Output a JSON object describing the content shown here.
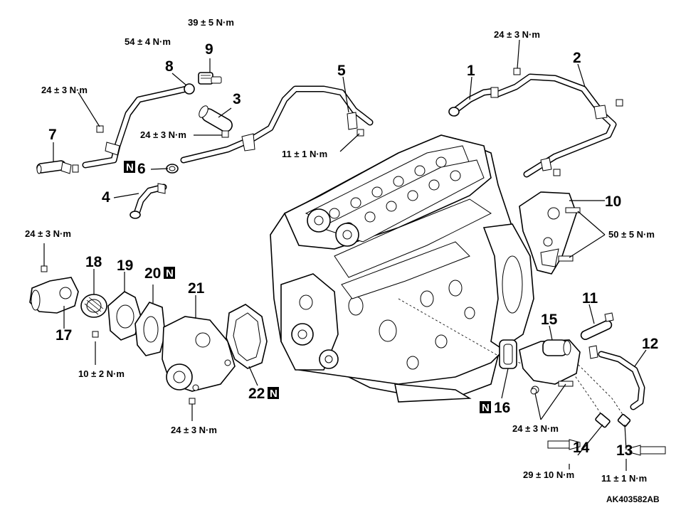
{
  "diagram": {
    "code": "AK403582AB",
    "new_part_mark": "N",
    "parts": [
      {
        "num": "1"
      },
      {
        "num": "2"
      },
      {
        "num": "3"
      },
      {
        "num": "4"
      },
      {
        "num": "5"
      },
      {
        "num": "6"
      },
      {
        "num": "7"
      },
      {
        "num": "8"
      },
      {
        "num": "9"
      },
      {
        "num": "10"
      },
      {
        "num": "11"
      },
      {
        "num": "12"
      },
      {
        "num": "13"
      },
      {
        "num": "14"
      },
      {
        "num": "15"
      },
      {
        "num": "16"
      },
      {
        "num": "17"
      },
      {
        "num": "18"
      },
      {
        "num": "19"
      },
      {
        "num": "20"
      },
      {
        "num": "21"
      },
      {
        "num": "22"
      }
    ],
    "torques": [
      {
        "text": "39 ± 5 N·m"
      },
      {
        "text": "54 ± 4 N·m"
      },
      {
        "text": "24 ± 3 N·m"
      },
      {
        "text": "24 ± 3 N·m"
      },
      {
        "text": "24 ± 3 N·m"
      },
      {
        "text": "11 ± 1 N·m"
      },
      {
        "text": "50 ± 5 N·m"
      },
      {
        "text": "24 ± 3 N·m"
      },
      {
        "text": "10 ± 2 N·m"
      },
      {
        "text": "24 ± 3 N·m"
      },
      {
        "text": "24 ± 3 N·m"
      },
      {
        "text": "29 ± 10 N·m"
      },
      {
        "text": "11 ± 1 N·m"
      }
    ]
  }
}
